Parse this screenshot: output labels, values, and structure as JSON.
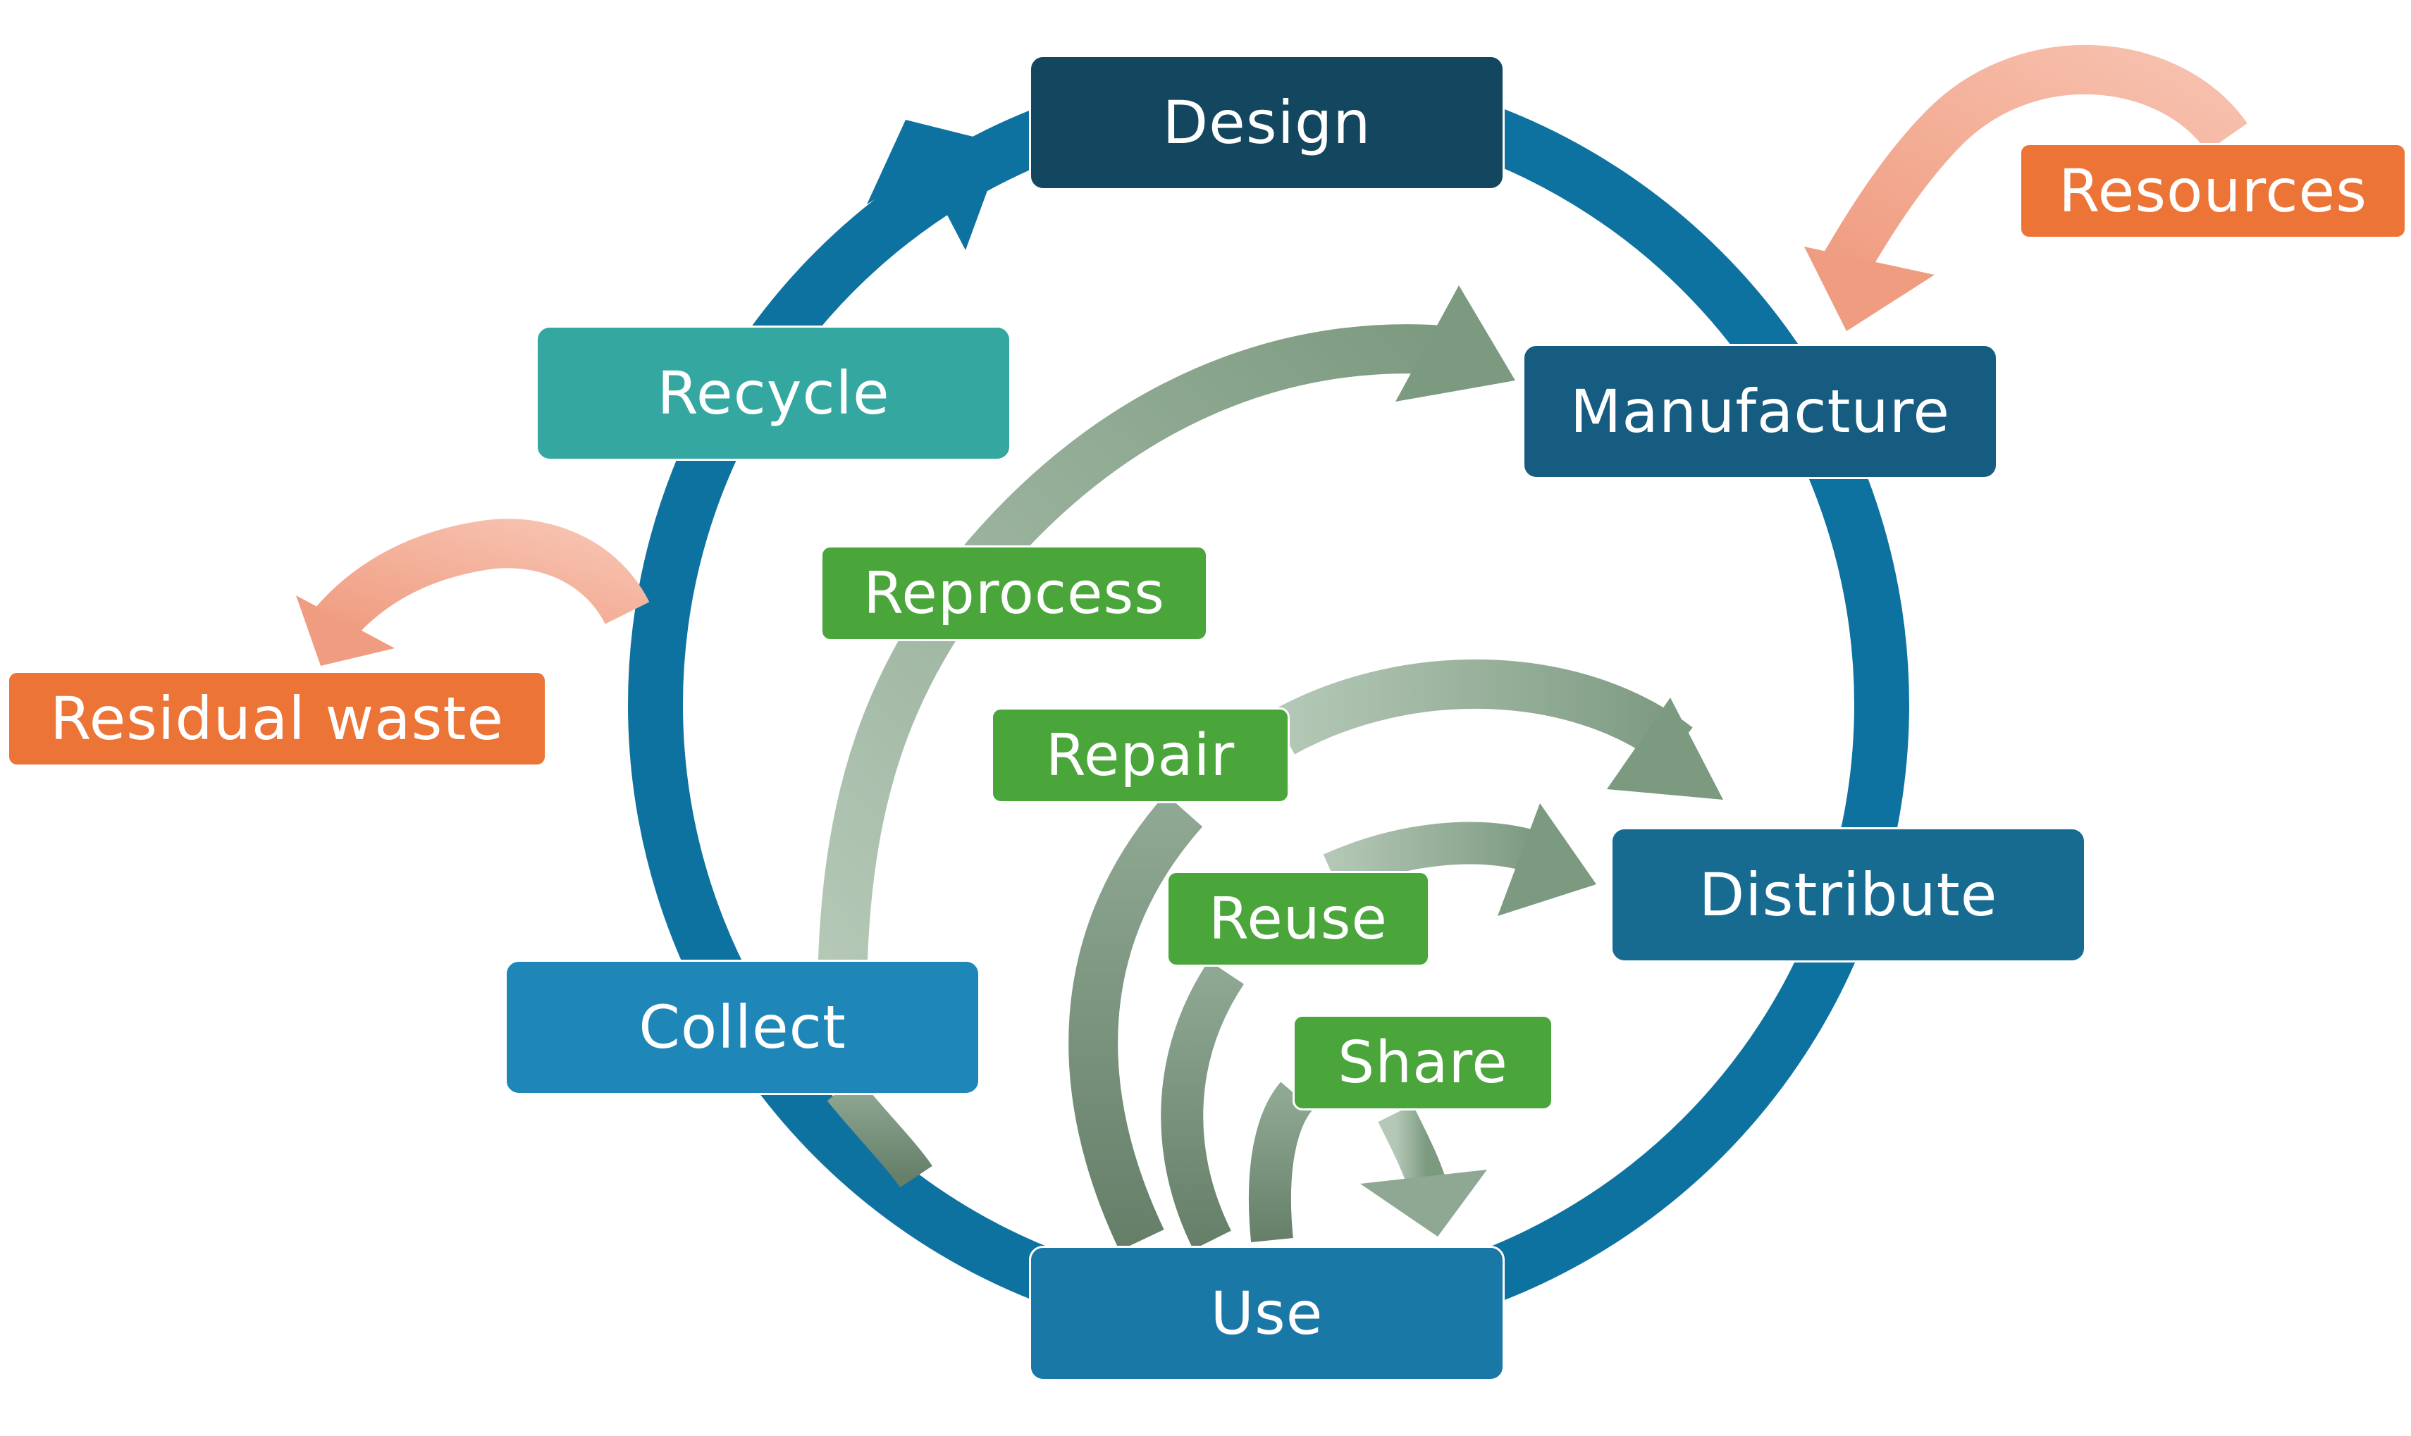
{
  "cycle": {
    "design": "Design",
    "manufacture": "Manufacture",
    "distribute": "Distribute",
    "use": "Use",
    "collect": "Collect",
    "recycle": "Recycle"
  },
  "loops": {
    "reprocess": "Reprocess",
    "repair": "Repair",
    "reuse": "Reuse",
    "share": "Share"
  },
  "external": {
    "resources": "Resources",
    "residual_waste": "Residual waste"
  },
  "colors": {
    "ring": "#0e72a0",
    "design": "#12475f",
    "manufacture": "#155c80",
    "distribute": "#176b90",
    "use": "#1a78a7",
    "collect": "#1f86b8",
    "recycle": "#33a7a0",
    "loop_box": "#4aa63a",
    "loop_arrow_light": "#9fb6a3",
    "loop_arrow_dark": "#6e8b72",
    "external": "#ec7436",
    "external_arrow": "#f2a38a"
  }
}
